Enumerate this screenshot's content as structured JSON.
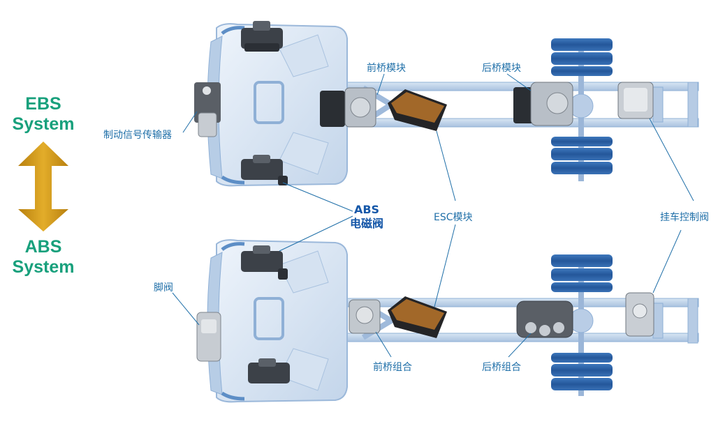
{
  "system_labels": {
    "ebs": [
      "EBS",
      "System"
    ],
    "abs": [
      "ABS",
      "System"
    ]
  },
  "component_labels": {
    "brake_signal_transmitter": "制动信号传输器",
    "front_axle_module": "前桥模块",
    "rear_axle_module": "后桥模块",
    "abs_valve": [
      "ABS",
      "电磁阀"
    ],
    "esc_module": "ESC模块",
    "trailer_control_valve": "挂车控制阀",
    "foot_valve": "脚阀",
    "front_axle_combo": "前桥组合",
    "rear_axle_combo": "后桥组合"
  },
  "colors": {
    "system_label": "#18a07c",
    "arrow": "#d49a16",
    "label_text": "#1f6fa8",
    "abs_valve_text": "#1557a8",
    "chassis_fill": "#c9d9ec",
    "chassis_stroke": "#8fb0d6",
    "wheel": "#2a5fa3",
    "leader_line": "#1f6fa8"
  }
}
